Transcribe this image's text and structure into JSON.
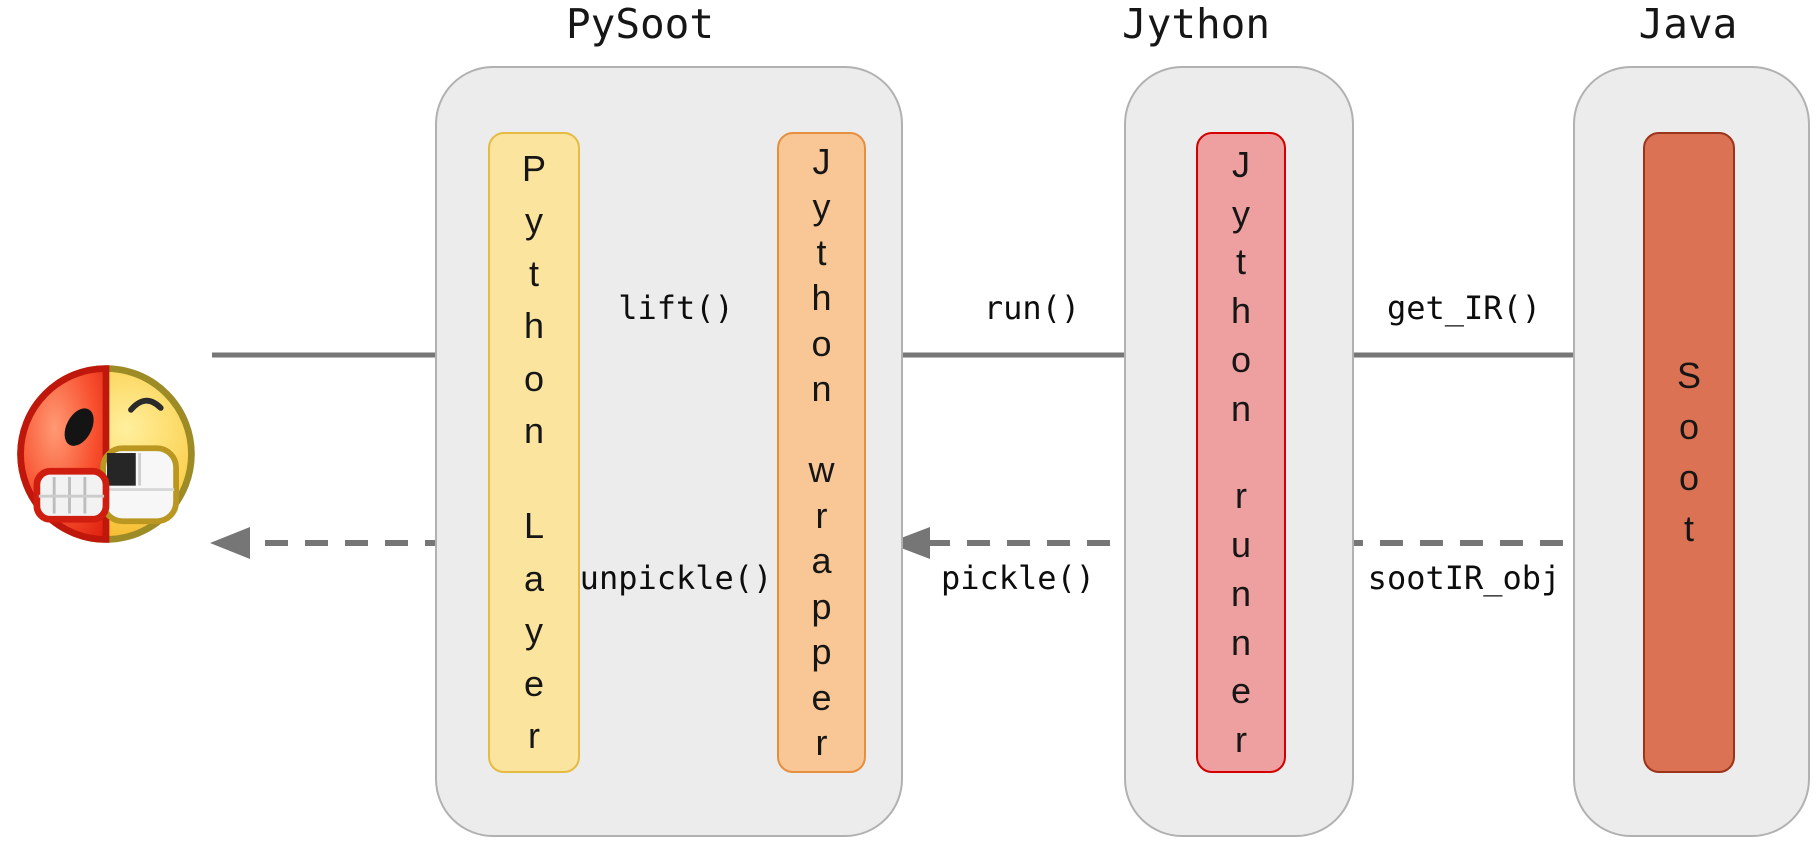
{
  "titles": {
    "pysoot": "PySoot",
    "jython": "Jython",
    "java": "Java"
  },
  "boxes": {
    "python_layer": {
      "text": "Python Layer"
    },
    "jython_wrapper": {
      "text": "Jython wrapper"
    },
    "jython_runner": {
      "text": "Jython runner"
    },
    "soot": {
      "text": "Soot"
    }
  },
  "arrows": {
    "lift": {
      "label": "lift()",
      "style": "solid"
    },
    "run": {
      "label": "run()",
      "style": "solid"
    },
    "get_ir": {
      "label": "get_IR()",
      "style": "solid"
    },
    "unpickle": {
      "label": "unpickle()",
      "style": "dashed"
    },
    "pickle": {
      "label": "pickle()",
      "style": "dashed"
    },
    "sootir_obj": {
      "label": "sootIR_obj",
      "style": "dashed"
    }
  },
  "icons": {
    "user_face": "angry-grin-split-face-emoji"
  },
  "colors": {
    "group-fill": "#ececec",
    "group-border": "#b1b1b1",
    "yellow-fill": "#fbe49e",
    "yellow-border": "#e5bb43",
    "orange-fill": "#f8c795",
    "orange-border": "#e58f3f",
    "pink-fill": "#ee9f9f",
    "pink-border": "#d40000",
    "soot-fill": "#db7254",
    "soot-border": "#9a351c",
    "arrow": "#767676",
    "emoji-red": "#ee3018",
    "emoji-yellow": "#f9c133"
  }
}
